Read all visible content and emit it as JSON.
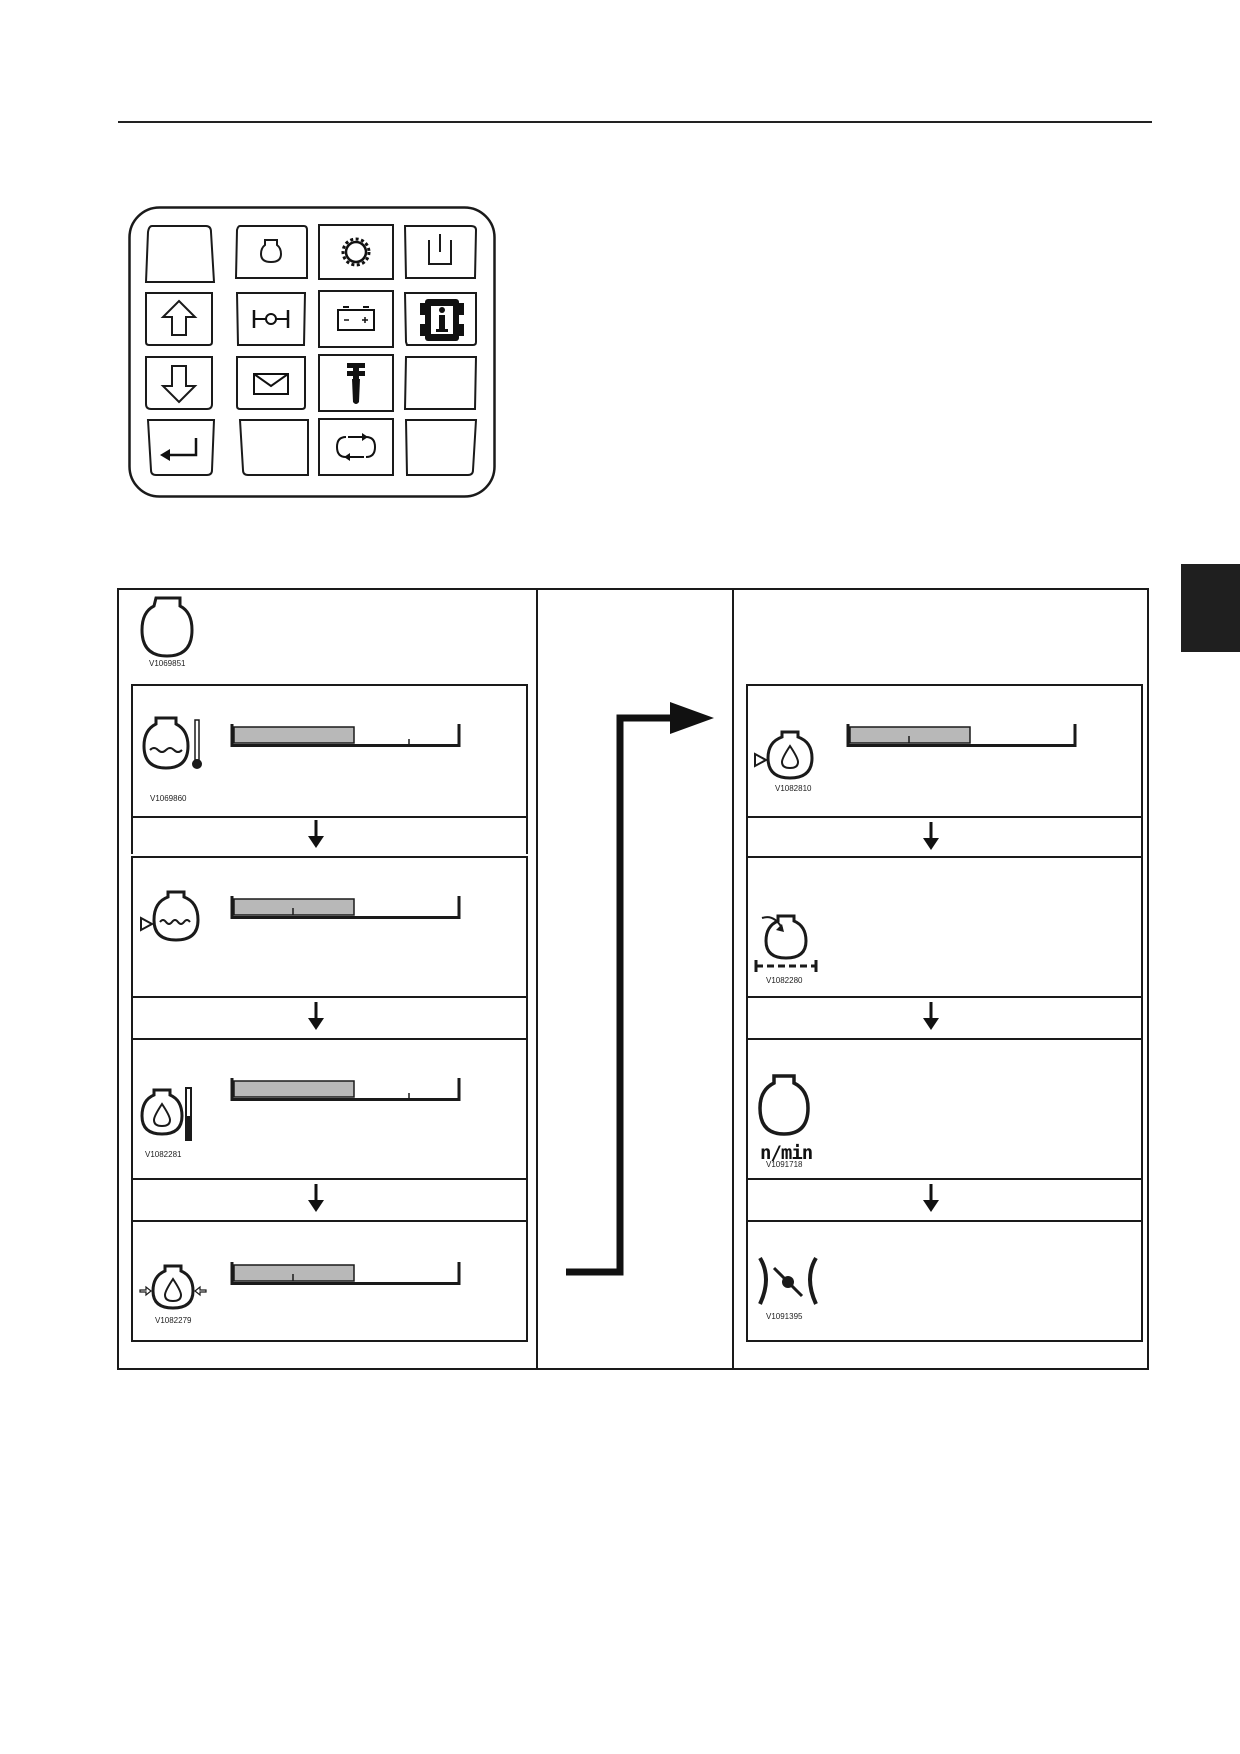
{
  "header": {
    "rule": true
  },
  "side_tab": {
    "color": "#1f1f1f"
  },
  "keypad": {
    "keys": [
      {
        "id": "blank-top-left",
        "icon": "blank"
      },
      {
        "id": "engine",
        "icon": "engine-icon"
      },
      {
        "id": "transmission",
        "icon": "gear-icon"
      },
      {
        "id": "hydraulic",
        "icon": "hydraulic-tank-icon"
      },
      {
        "id": "up",
        "icon": "arrow-up-icon"
      },
      {
        "id": "axle",
        "icon": "axle-icon"
      },
      {
        "id": "battery",
        "icon": "battery-icon"
      },
      {
        "id": "machine-info",
        "icon": "machine-info-icon"
      },
      {
        "id": "down",
        "icon": "arrow-down-icon"
      },
      {
        "id": "message",
        "icon": "envelope-icon"
      },
      {
        "id": "service",
        "icon": "wrench-icon"
      },
      {
        "id": "blank-mid-right",
        "icon": "blank"
      },
      {
        "id": "enter",
        "icon": "enter-icon"
      },
      {
        "id": "blank-bottom-2",
        "icon": "blank"
      },
      {
        "id": "cycle",
        "icon": "cycle-icon"
      },
      {
        "id": "blank-bottom-4",
        "icon": "blank"
      }
    ]
  },
  "diagram": {
    "engine_code": "V1069851",
    "left_column": [
      {
        "name": "coolant-temperature",
        "icon": "engine-coolant-temperature-icon",
        "code": "V1069860",
        "level": 0.5
      },
      {
        "name": "coolant-level",
        "icon": "engine-coolant-level-icon",
        "code": "",
        "level": 0.5
      },
      {
        "name": "oil-temperature",
        "icon": "engine-oil-temperature-icon",
        "code": "V1082281",
        "level": 0.5
      },
      {
        "name": "oil-pressure",
        "icon": "engine-oil-pressure-icon",
        "code": "V1082279",
        "level": 0.5
      }
    ],
    "right_column": [
      {
        "name": "oil-level",
        "icon": "engine-oil-level-icon",
        "code": "V1082810",
        "level": 0.5
      },
      {
        "name": "intake",
        "icon": "engine-intake-icon",
        "code": "V1082280"
      },
      {
        "name": "engine-speed",
        "icon": "engine-speed-icon",
        "code": "V1091718",
        "unit": "n/min"
      },
      {
        "name": "throttle",
        "icon": "throttle-icon",
        "code": "V1091395"
      }
    ]
  }
}
